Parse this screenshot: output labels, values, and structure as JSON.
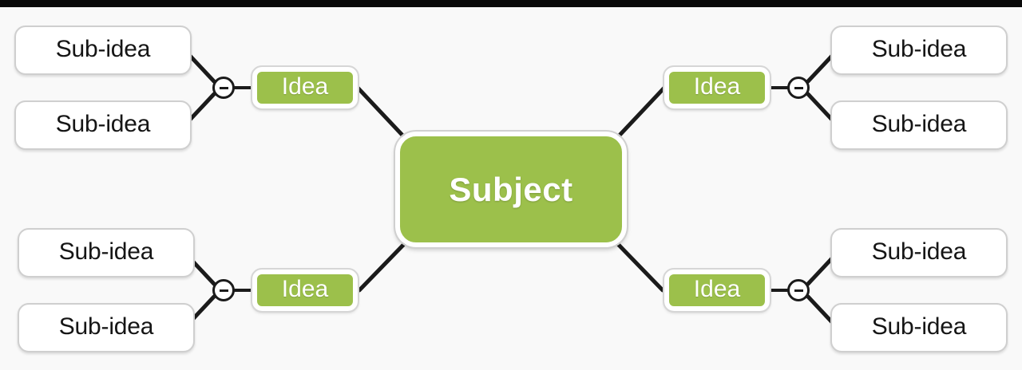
{
  "diagram": {
    "type": "mind-map",
    "title_node": "Subject",
    "background_color": "#f9f9f9",
    "accent_color": "#9cc04b",
    "node_text_color": "#ffffff",
    "leaf_text_color": "#151515",
    "edge_color": "#1b1b1b",
    "top_band_color": "#0a0a0a"
  },
  "center": {
    "label": "Subject"
  },
  "branches": [
    {
      "id": "top-left",
      "idea_label": "Idea",
      "toggle_state": "minus",
      "toggle_symbol": "−",
      "children": [
        {
          "label": "Sub-idea"
        },
        {
          "label": "Sub-idea"
        }
      ]
    },
    {
      "id": "top-right",
      "idea_label": "Idea",
      "toggle_state": "minus",
      "toggle_symbol": "−",
      "children": [
        {
          "label": "Sub-idea"
        },
        {
          "label": "Sub-idea"
        }
      ]
    },
    {
      "id": "bottom-left",
      "idea_label": "Idea",
      "toggle_state": "minus",
      "toggle_symbol": "−",
      "children": [
        {
          "label": "Sub-idea"
        },
        {
          "label": "Sub-idea"
        }
      ]
    },
    {
      "id": "bottom-right",
      "idea_label": "Idea",
      "toggle_state": "minus",
      "toggle_symbol": "−",
      "children": [
        {
          "label": "Sub-idea"
        },
        {
          "label": "Sub-idea"
        }
      ]
    }
  ]
}
